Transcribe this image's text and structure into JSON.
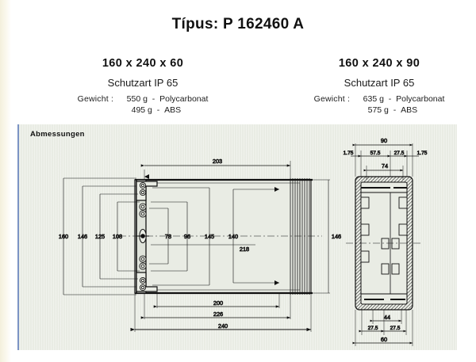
{
  "header": {
    "title": "Típus: P 162460 A"
  },
  "variants": [
    {
      "size": "160 x 240 x 60",
      "protection": "Schutzart IP 65",
      "weight_label": "Gewicht :",
      "weight_rows": [
        {
          "value": "550 g",
          "dash": "-",
          "material": "Polycarbonat"
        },
        {
          "value": "495 g",
          "dash": "-",
          "material": "ABS"
        }
      ]
    },
    {
      "size": "160 x 240 x 90",
      "protection": "Schutzart IP 65",
      "weight_label": "Gewicht :",
      "weight_rows": [
        {
          "value": "635 g",
          "dash": "-",
          "material": "Polycarbonat"
        },
        {
          "value": "575 g",
          "dash": "-",
          "material": "ABS"
        }
      ]
    }
  ],
  "drawing": {
    "panel_label": "Abmessungen",
    "front_view": {
      "top_dimension": "203",
      "left_stack": [
        "160",
        "146",
        "125",
        "108"
      ],
      "inner_stack": [
        "78",
        "96",
        "145",
        "140"
      ],
      "center_vertical": "218",
      "right_height": "146",
      "bottom_stack": [
        "200",
        "226",
        "240"
      ]
    },
    "side_view": {
      "overall_width": "90",
      "top_breakdown": [
        "1.75",
        "57.5",
        "27.5",
        "1.75"
      ],
      "inner_width": "74",
      "bottom_inner": "44",
      "bottom_breakdown": [
        "27.5",
        "27.5"
      ],
      "overall_depth": "60"
    }
  },
  "colors": {
    "panel_background": "#e9ece4",
    "accent_rule": "#7b93c4",
    "line": "#111111",
    "page_background": "#ffffff"
  }
}
